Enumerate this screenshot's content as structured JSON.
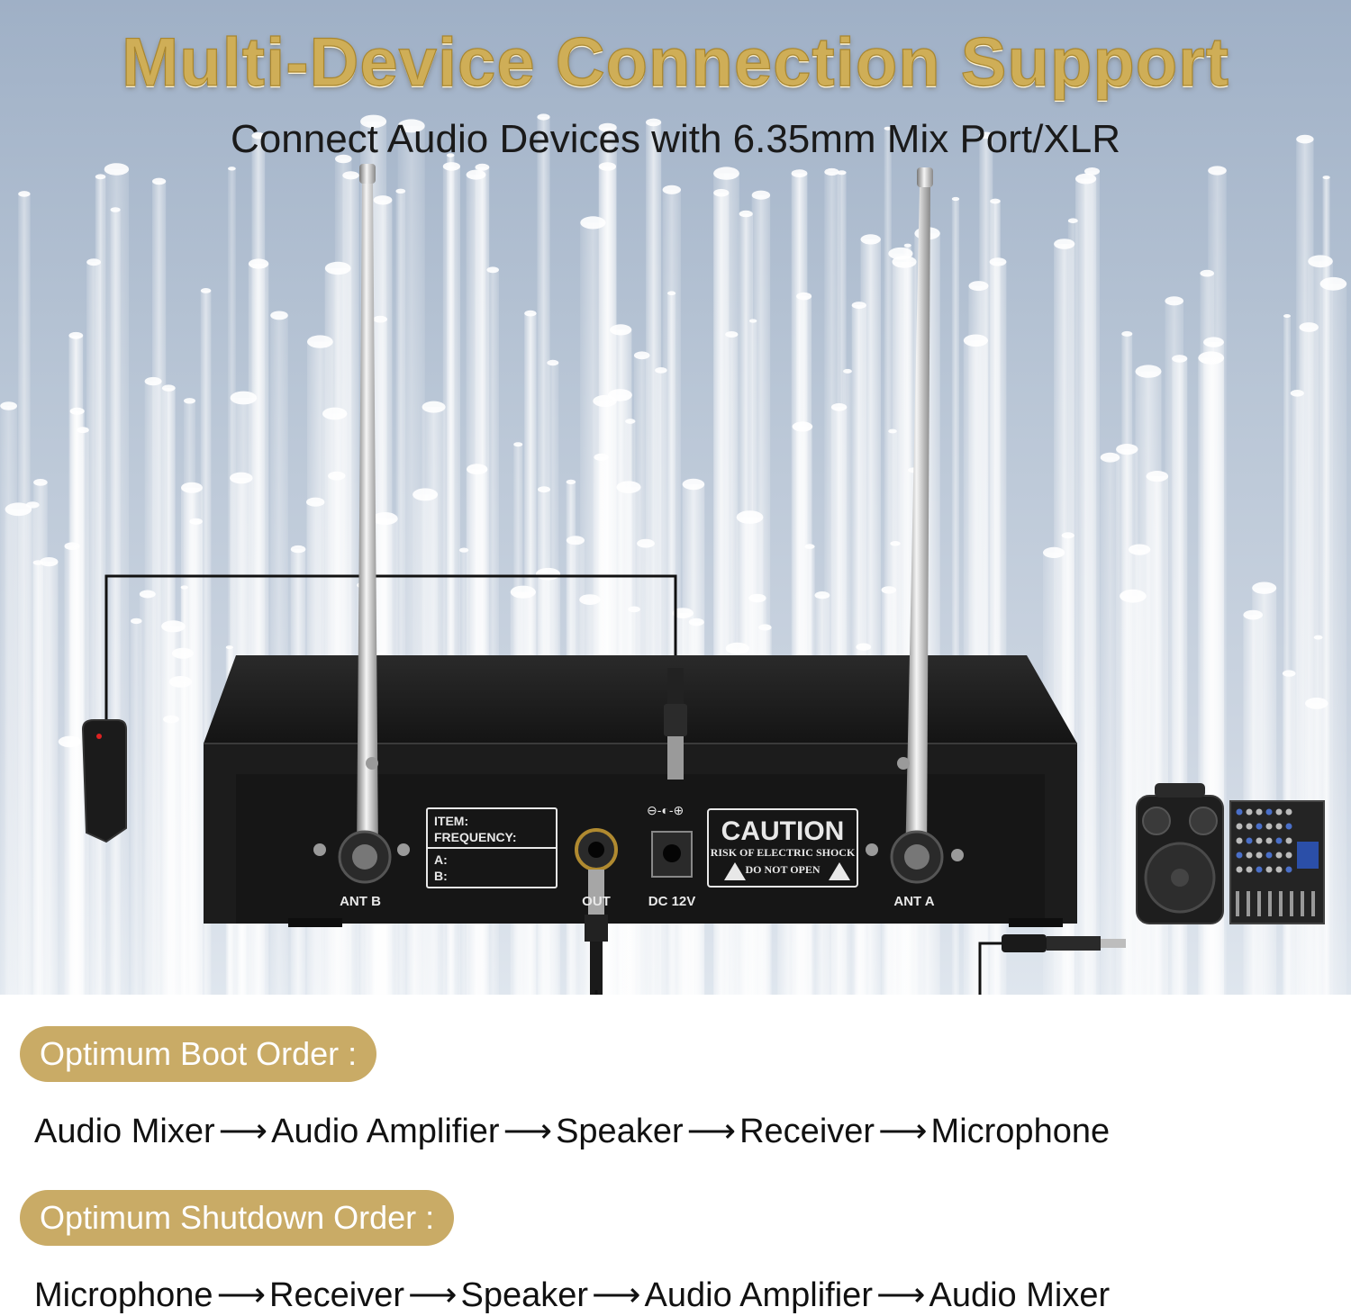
{
  "header": {
    "title": "Multi-Device Connection Support",
    "subtitle": "Connect Audio Devices with 6.35mm Mix Port/XLR"
  },
  "device": {
    "label_item": "ITEM:",
    "label_frequency": "FREQUENCY:",
    "label_a": "A:",
    "label_b": "B:",
    "port_out": "OUT",
    "port_dc": "DC 12V",
    "ant_b": "ANT B",
    "ant_a": "ANT A",
    "caution_title": "CAUTION",
    "caution_line1": "RISK OF ELECTRIC SHOCK",
    "caution_line2": "DO NOT OPEN",
    "colors": {
      "body": "#1c1c1c",
      "label": "#e8e8e8"
    }
  },
  "boot": {
    "label": "Optimum Boot Order :",
    "steps": [
      "Audio Mixer",
      "Audio Amplifier",
      "Speaker",
      "Receiver",
      "Microphone"
    ]
  },
  "shutdown": {
    "label": "Optimum Shutdown Order :",
    "steps": [
      "Microphone",
      "Receiver",
      "Speaker",
      "Audio Amplifier",
      "Audio Mixer"
    ]
  },
  "style": {
    "accent": "#c9ab66",
    "title_color": "#cfae57"
  }
}
